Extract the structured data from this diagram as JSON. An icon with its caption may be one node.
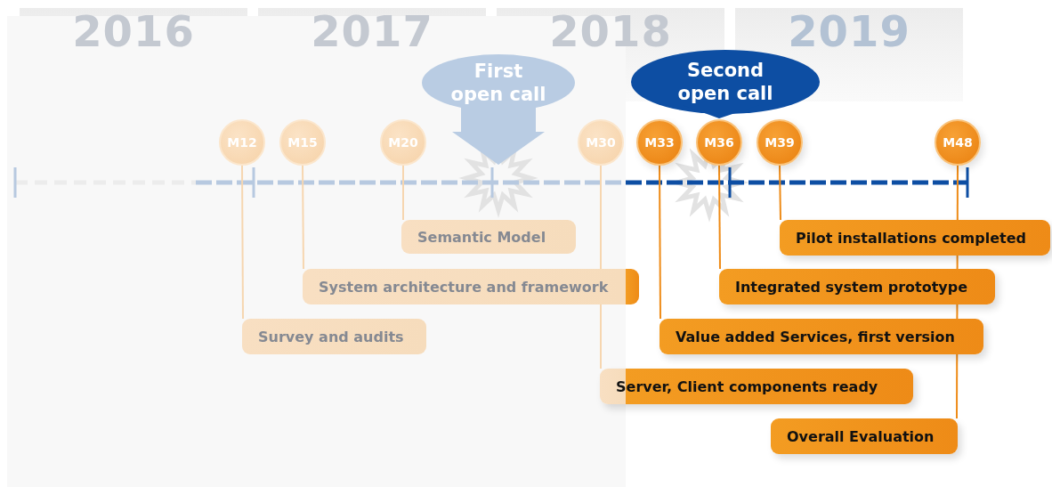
{
  "diagram": {
    "nodes": [
      {
        "text": [
          "First open call"
        ]
      },
      {
        "text": [
          "Second open call"
        ]
      },
      {
        "text": [
          "M12"
        ]
      },
      {
        "text": [
          "M15"
        ]
      },
      {
        "text": [
          "M20"
        ]
      },
      {
        "text": [
          "M30"
        ]
      },
      {
        "text": [
          "M33"
        ]
      },
      {
        "text": [
          "M36"
        ]
      },
      {
        "text": [
          "M39"
        ]
      },
      {
        "text": [
          "M48"
        ]
      },
      {
        "text": [
          "Semantic Model"
        ]
      },
      {
        "text": [
          "Pilot installations completed"
        ]
      },
      {
        "text": [
          "System architecture and framework"
        ]
      },
      {
        "text": [
          "Integrated system prototype"
        ]
      },
      {
        "text": [
          "Survey and audits"
        ]
      },
      {
        "text": [
          "Value added Services, first version"
        ]
      },
      {
        "text": [
          "Server, Client components ready"
        ]
      },
      {
        "text": [
          "Overall Evaluation"
        ]
      }
    ],
    "edges": [
      {
        "from": 2,
        "to": 14,
        "arrow": "none",
        "color": "#f6d6b0"
      },
      {
        "from": 3,
        "to": 12,
        "arrow": "none",
        "color": "#f6d6b0"
      },
      {
        "from": 4,
        "to": 10,
        "arrow": "none",
        "color": "#f6d6b0"
      },
      {
        "from": 5,
        "to": 16,
        "arrow": "none",
        "color": "#f6d6b0"
      },
      {
        "from": 6,
        "to": 15,
        "arrow": "none",
        "color": "#ee8b17"
      },
      {
        "from": 7,
        "to": 13,
        "arrow": "none",
        "color": "#ee8b17"
      },
      {
        "from": 8,
        "to": 11,
        "arrow": "none",
        "color": "#ee8b17"
      },
      {
        "from": 9,
        "to": 17,
        "arrow": "none",
        "color": "#ee8b17"
      }
    ],
    "labels": [
      "2016",
      "2017",
      "2018",
      "2019"
    ]
  }
}
